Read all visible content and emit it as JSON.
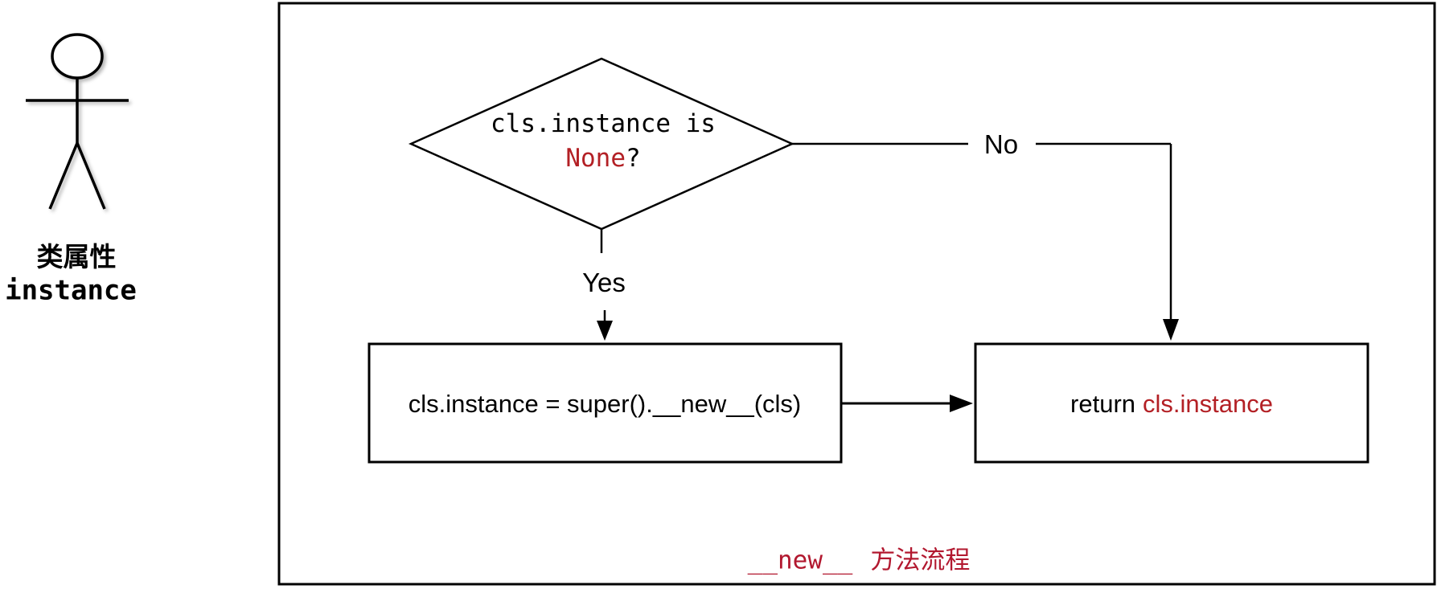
{
  "actor": {
    "title": "类属性",
    "subtitle": "instance"
  },
  "diagram": {
    "decision": {
      "line1": "cls.instance is",
      "none_keyword": "None",
      "question_mark": "?"
    },
    "branch_yes": "Yes",
    "branch_no": "No",
    "process_box": "cls.instance = super().__new__(cls)",
    "return_box": {
      "keyword": "return",
      "value": "cls.instance"
    },
    "caption": {
      "method": "__new__",
      "label": "方法流程"
    }
  },
  "colors": {
    "code_red": "#b32025",
    "caption_red": "#b2182f",
    "stroke_black": "#000000"
  }
}
